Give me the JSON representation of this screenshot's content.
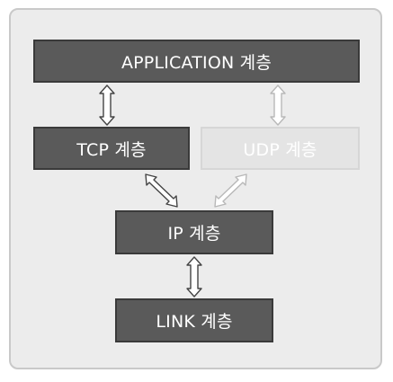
{
  "layers": {
    "application": "APPLICATION 계층",
    "tcp": "TCP 계층",
    "udp": "UDP 계층",
    "ip": "IP 계층",
    "link": "LINK 계층"
  },
  "colors": {
    "active_fill": "#5a5a5a",
    "active_border": "#3a3a3a",
    "inactive_fill": "#e4e4e4",
    "panel_fill": "#ececec"
  }
}
